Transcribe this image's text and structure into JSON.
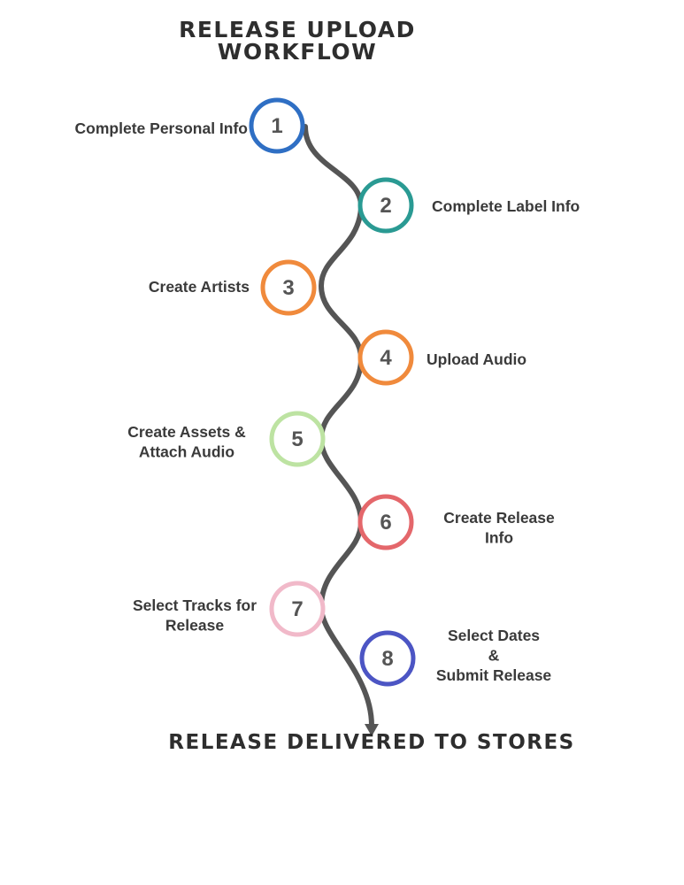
{
  "title": {
    "line1": "RELEASE UPLOAD",
    "line2": "WORKFLOW"
  },
  "steps": [
    {
      "number": "1",
      "label": [
        "Complete Personal Info"
      ],
      "color": "#2f6fc4"
    },
    {
      "number": "2",
      "label": [
        "Complete Label Info"
      ],
      "color": "#2a9a93"
    },
    {
      "number": "3",
      "label": [
        "Create Artists"
      ],
      "color": "#f08a3c"
    },
    {
      "number": "4",
      "label": [
        "Upload Audio"
      ],
      "color": "#f08a3c"
    },
    {
      "number": "5",
      "label": [
        "Create Assets &",
        "Attach Audio"
      ],
      "color": "#bde3a2"
    },
    {
      "number": "6",
      "label": [
        "Create Release",
        "Info"
      ],
      "color": "#e4676b"
    },
    {
      "number": "7",
      "label": [
        "Select Tracks for",
        "Release"
      ],
      "color": "#f1b9c9"
    },
    {
      "number": "8",
      "label": [
        "Select Dates",
        "&",
        "Submit Release"
      ],
      "color": "#4c55c4"
    }
  ],
  "footer": "RELEASE DELIVERED TO STORES",
  "path_color": "#555555"
}
